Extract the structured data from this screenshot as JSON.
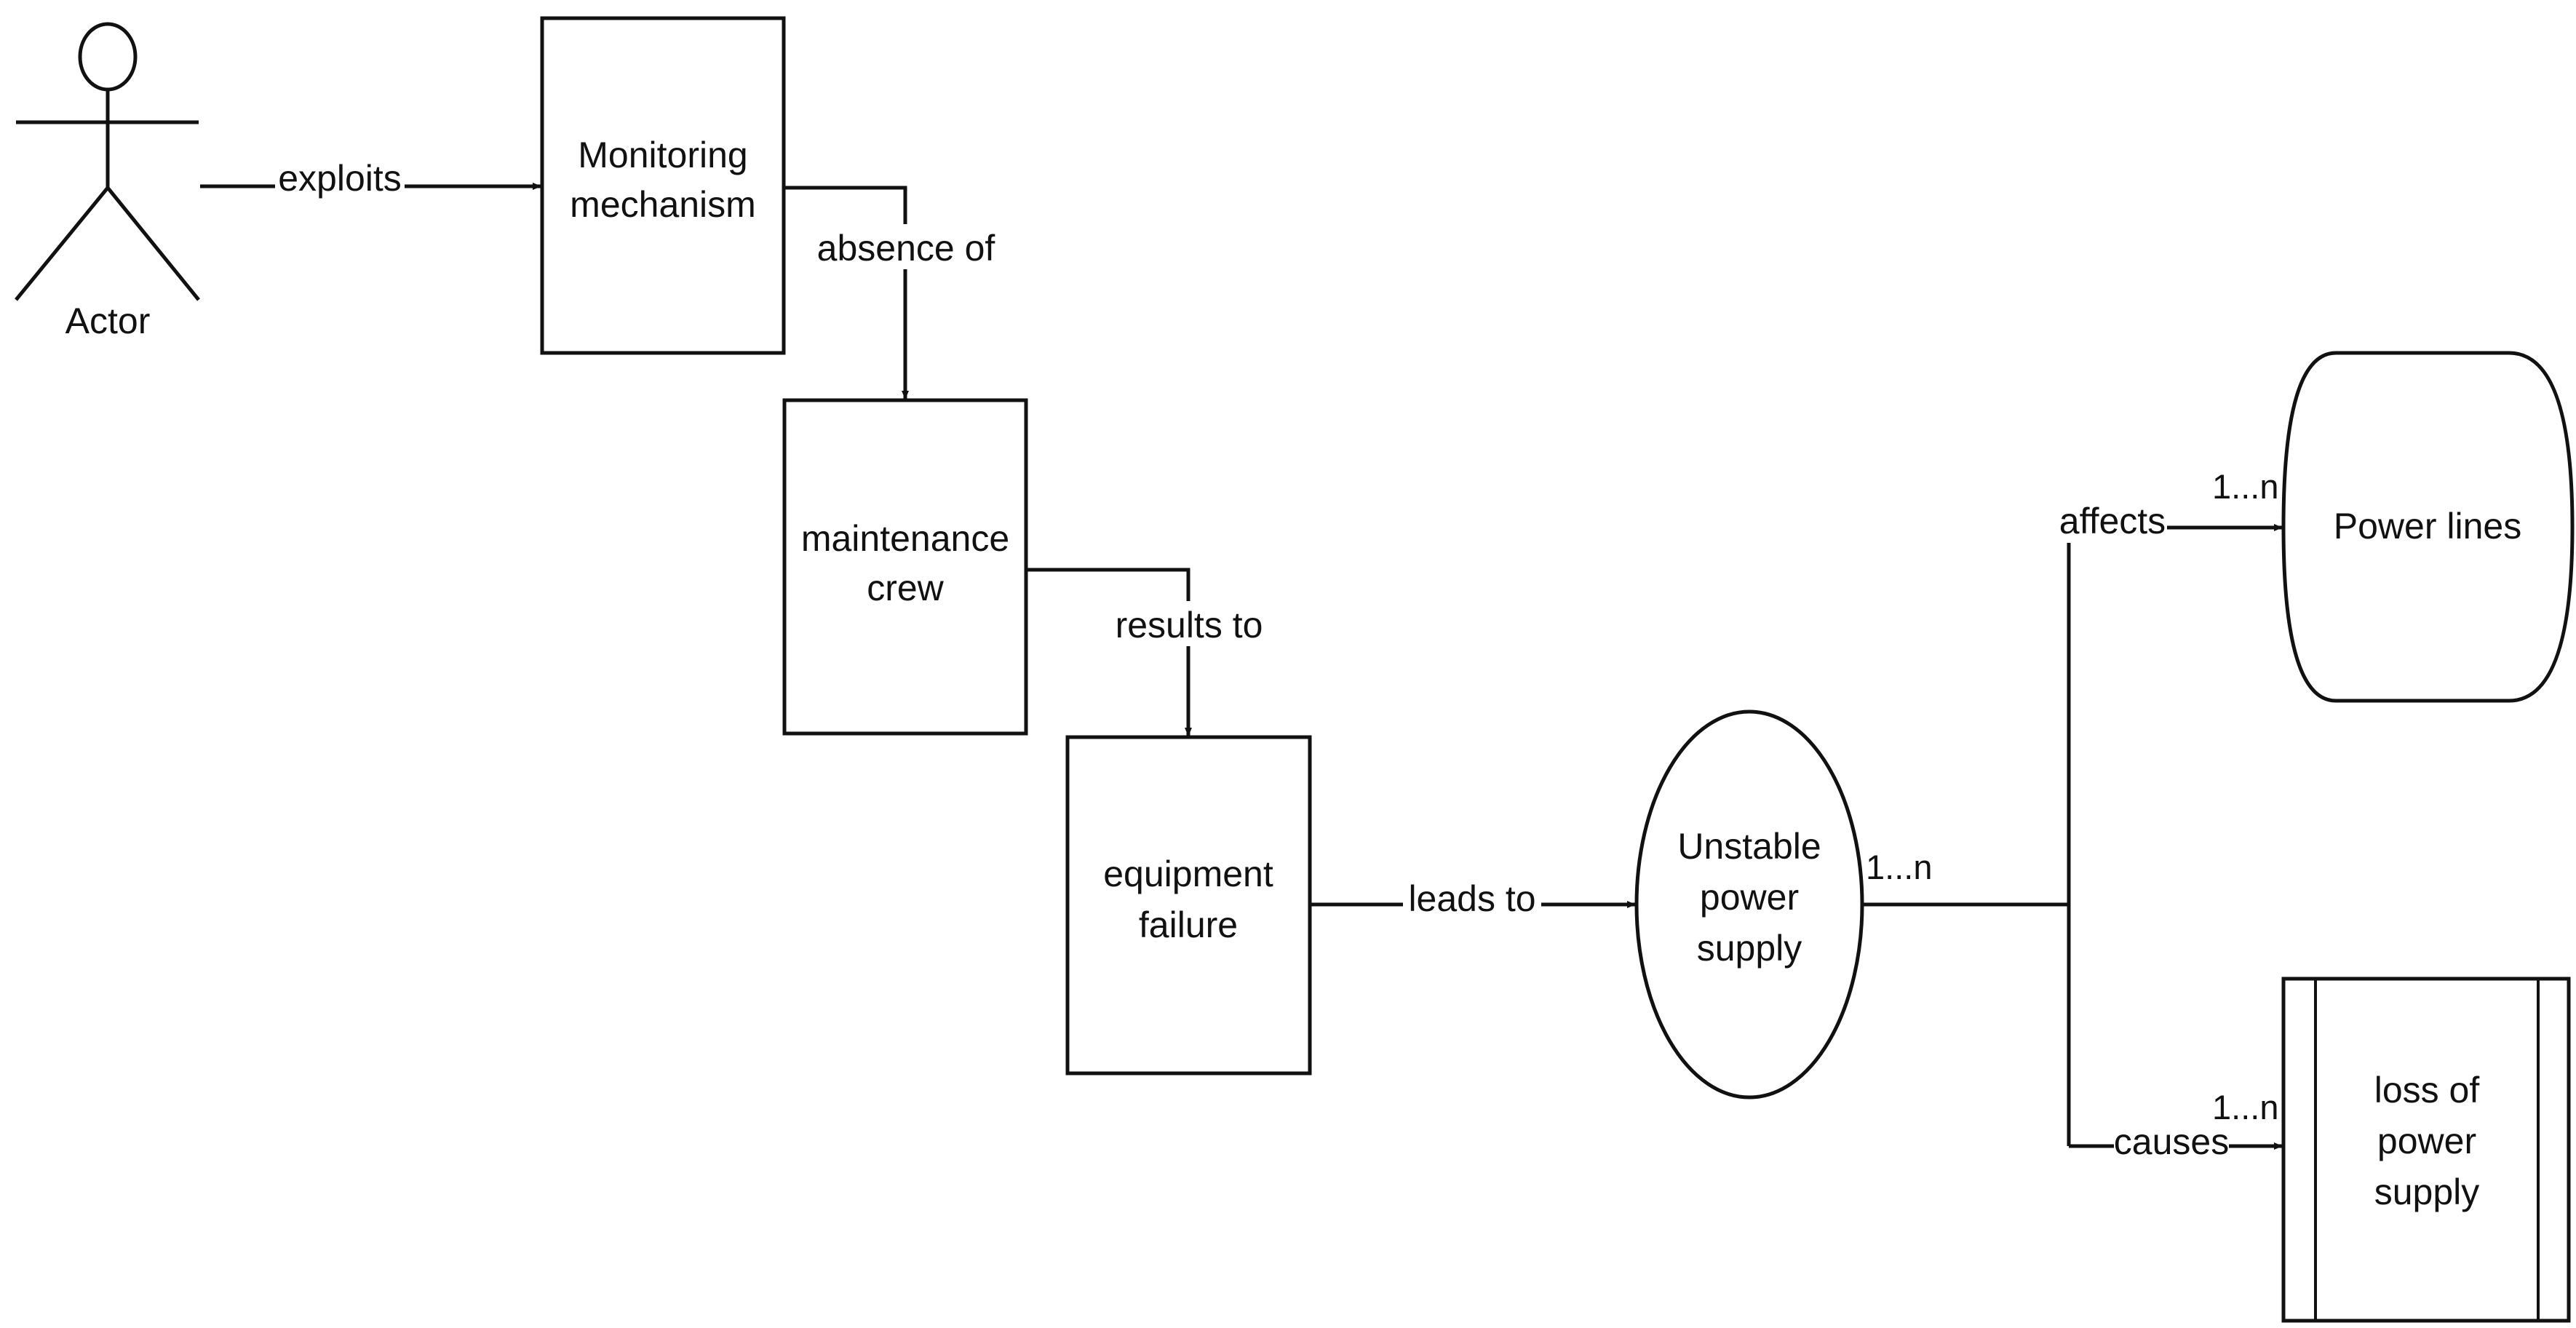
{
  "actor": {
    "label": "Actor"
  },
  "nodes": {
    "monitoring": {
      "line1": "Monitoring",
      "line2": "mechanism"
    },
    "maintenance": {
      "line1": "maintenance",
      "line2": "crew"
    },
    "equipment": {
      "line1": "equipment",
      "line2": "failure"
    },
    "unstable": {
      "line1": "Unstable",
      "line2": "power",
      "line3": "supply"
    },
    "powerlines": {
      "line1": "Power lines"
    },
    "loss": {
      "line1": "loss of",
      "line2": "power",
      "line3": "supply"
    }
  },
  "edges": {
    "exploits": "exploits",
    "absence_of": "absence of",
    "results_to": "results to",
    "leads_to": "leads to",
    "affects": "affects",
    "causes": "causes"
  },
  "multiplicities": {
    "unstable_out": "1...n",
    "powerlines_in": "1...n",
    "loss_in": "1...n"
  },
  "colors": {
    "stroke": "#111111",
    "background": "#ffffff"
  }
}
